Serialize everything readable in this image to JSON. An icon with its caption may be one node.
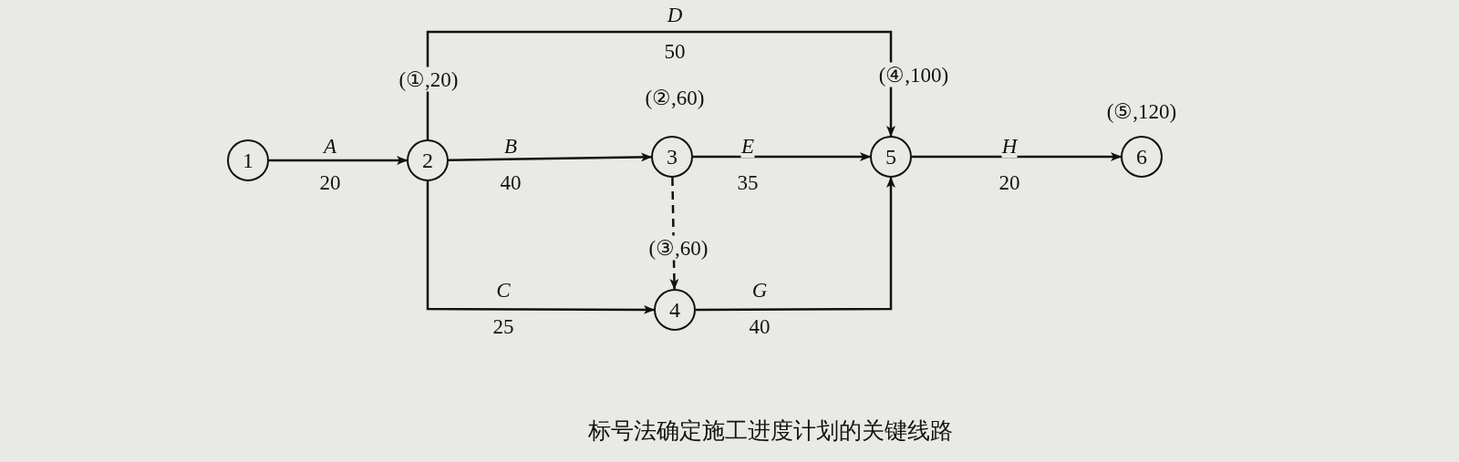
{
  "diagram": {
    "caption": "标号法确定施工进度计划的关键线路",
    "nodes": [
      {
        "text": [
          "1"
        ]
      },
      {
        "text": [
          "2"
        ],
        "beside": [
          "(①,20)"
        ]
      },
      {
        "text": [
          "3"
        ],
        "beside": [
          "(②,60)"
        ]
      },
      {
        "text": [
          "4"
        ],
        "beside": [
          "(③,60)"
        ]
      },
      {
        "text": [
          "5"
        ],
        "beside": [
          "(④,100)"
        ]
      },
      {
        "text": [
          "6"
        ],
        "beside": [
          "(⑤,120)"
        ]
      }
    ],
    "edges": [
      {
        "from": 0,
        "to": 1,
        "arrow": "to",
        "label": "*A* 20"
      },
      {
        "from": 1,
        "to": 4,
        "arrow": "to",
        "label": "*D* 50"
      },
      {
        "from": 1,
        "to": 2,
        "arrow": "to",
        "label": "*B* 40"
      },
      {
        "from": 1,
        "to": 3,
        "arrow": "to",
        "label": "*C* 25"
      },
      {
        "from": 2,
        "to": 4,
        "arrow": "to",
        "label": "*E* 35"
      },
      {
        "from": 2,
        "to": 3,
        "arrow": "to",
        "style": "dashed"
      },
      {
        "from": 3,
        "to": 4,
        "arrow": "to",
        "label": "*G* 40"
      },
      {
        "from": 4,
        "to": 5,
        "arrow": "to",
        "label": "*H* 20"
      }
    ]
  }
}
